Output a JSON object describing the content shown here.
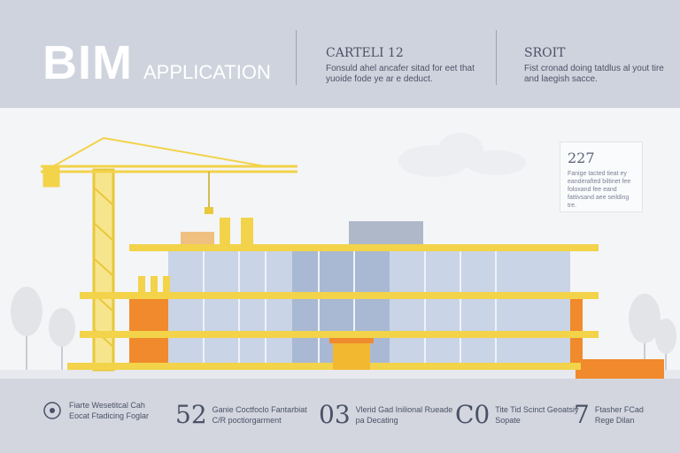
{
  "header": {
    "brand_big": "BIM",
    "brand_small": "APPLICATION",
    "block1": {
      "title": "CARTELI 12",
      "desc": "Fonsuld ahel ancafer sitad for eet that yuoide fode ye ar e deduct."
    },
    "block2": {
      "title": "SROIT",
      "desc": "Fist cronad doing tatdlus al yout tire and laegish sacce."
    }
  },
  "card": {
    "number": "227",
    "desc": "Fanige tacted tieat ey eanderafted biltinet fee foloxand fee eand fattivsand aee seilding tre."
  },
  "footer": {
    "stats": [
      {
        "number": "",
        "icon": "target-icon",
        "label": "Fiarte Wesetitcal Cah Eocat Ftadicing Foglar"
      },
      {
        "number": "52",
        "icon": "",
        "label": "Ganie Coctfoclo Fantarbiat C/R poctiorgarment"
      },
      {
        "number": "03",
        "icon": "",
        "label": "Vlerid Gad Inilional Rueade pa Decating"
      },
      {
        "number": "C0",
        "icon": "",
        "label": "Tite Tid Scinct Geoatsiy Sopate"
      },
      {
        "number": "7",
        "icon": "",
        "label": "Ftasher FCad Rege Dilan"
      }
    ]
  },
  "colors": {
    "header_bg": "#cfd3dd",
    "crane": "#f2d34a",
    "accent_orange": "#f08a2c",
    "glass": "#b8c6dc",
    "footer_bg": "#d3d6df"
  }
}
